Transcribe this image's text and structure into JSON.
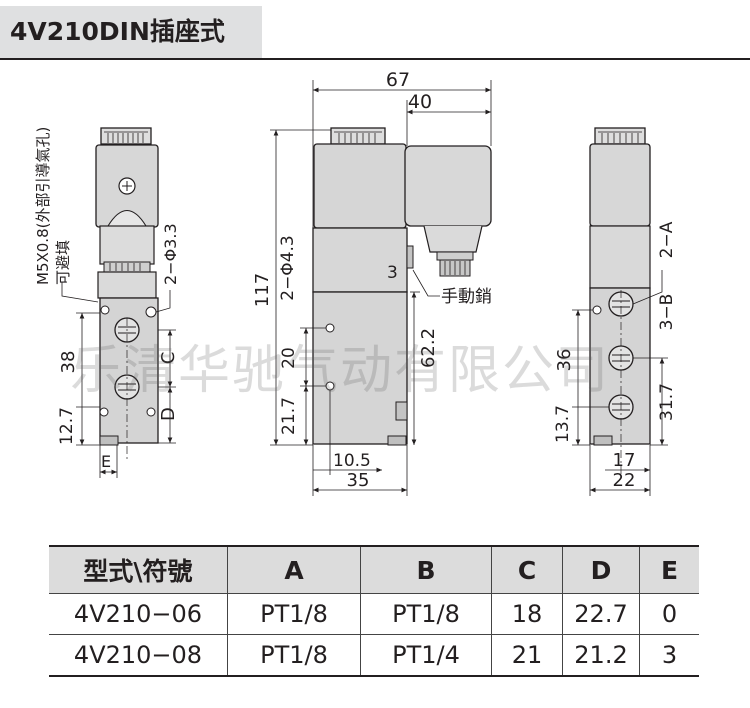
{
  "title": "4V210DIN插座式",
  "labels": {
    "m5_hole": "M5X0.8(外部引導氣孔)",
    "avoid": "可避填",
    "hole_33": "2−Φ3.3",
    "hole_43": "2−Φ4.3",
    "manual": "手動銷",
    "port_c": "C",
    "port_d": "D",
    "port_e": "E",
    "port_2a": "2−A",
    "port_3b": "3−B"
  },
  "dims": {
    "d67": "67",
    "d40": "40",
    "d117": "117",
    "d3": "3",
    "d622": "62.2",
    "d20": "20",
    "d217": "21.7",
    "d105": "10.5",
    "d35": "35",
    "d38": "38",
    "d127": "12.7",
    "d36": "36",
    "d137": "13.7",
    "d317": "31.7",
    "d17": "17",
    "d22": "22"
  },
  "watermark": "乐清华驰气动有限公司",
  "table": {
    "headers": [
      "型式\\符號",
      "A",
      "B",
      "C",
      "D",
      "E"
    ],
    "rows": [
      [
        "4V210−06",
        "PT1/8",
        "PT1/8",
        "18",
        "22.7",
        "0"
      ],
      [
        "4V210−08",
        "PT1/8",
        "PT1/4",
        "21",
        "21.2",
        "3"
      ]
    ]
  }
}
